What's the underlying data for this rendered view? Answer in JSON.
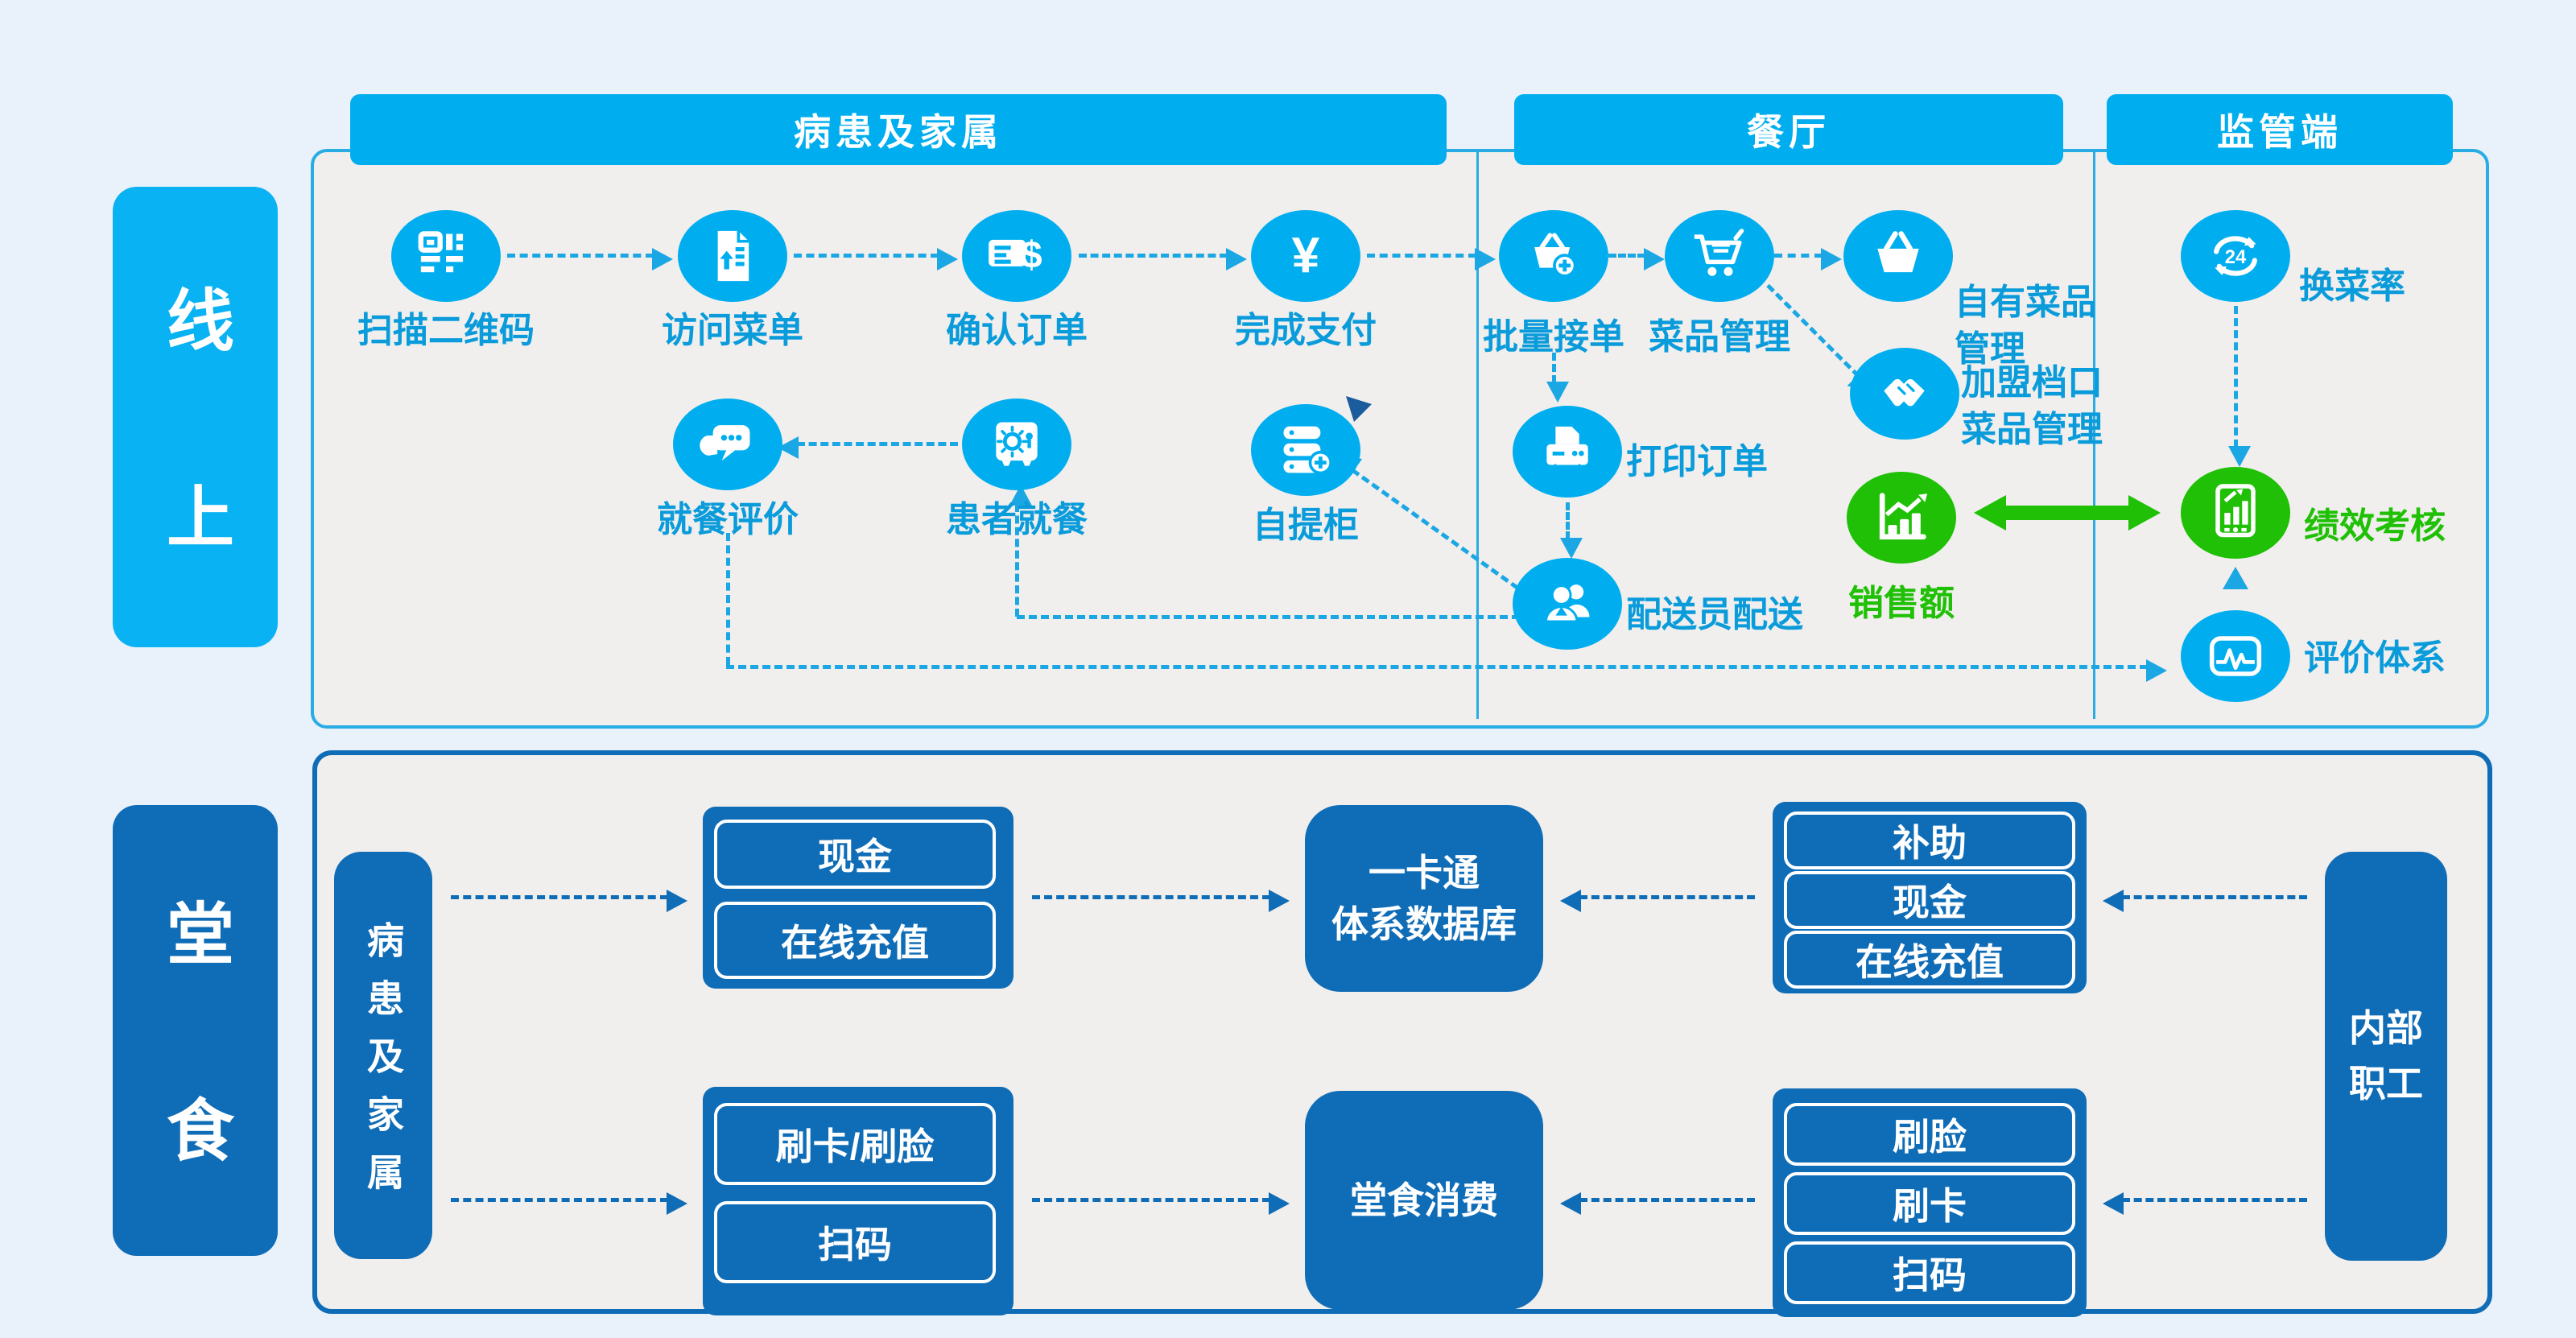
{
  "colors": {
    "page_bg": "#E9F1FA",
    "panel_bg": "#F0EFED",
    "cyan": "#00AEEF",
    "cyan_text": "#0A9BDB",
    "dark_blue": "#0F6CB6",
    "green": "#1FC005",
    "navy": "#1B5C9C"
  },
  "online": {
    "side_label": "线上",
    "columns": {
      "patients": "病患及家属",
      "restaurant": "餐厅",
      "regulator": "监管端"
    },
    "steps": {
      "scan_qr": "扫描二维码",
      "visit_menu": "访问菜单",
      "confirm_order": "确认订单",
      "complete_payment": "完成支付",
      "batch_accept": "批量接单",
      "dish_mgmt": "菜品管理",
      "own_dish_line1": "自有菜品",
      "own_dish_line2": "管理",
      "franchise_line1": "加盟档口",
      "franchise_line2": "菜品管理",
      "dish_change_rate": "换菜率",
      "print_order": "打印订单",
      "courier_delivery": "配送员配送",
      "dining_review": "就餐评价",
      "patient_dining": "患者就餐",
      "pickup_locker": "自提柜",
      "sales_amount": "销售额",
      "performance_review": "绩效考核",
      "evaluation_system": "评价体系"
    }
  },
  "dine_in": {
    "side_label": "堂食",
    "patient_group": "病患及家属",
    "staff_group_line1": "内部",
    "staff_group_line2": "职工",
    "card_db_line1": "一卡通",
    "card_db_line2": "体系数据库",
    "dine_consume": "堂食消费",
    "patient_topup": [
      "现金",
      "在线充值"
    ],
    "staff_topup": [
      "补助",
      "现金",
      "在线充值"
    ],
    "patient_pay": [
      "刷卡/刷脸",
      "扫码"
    ],
    "staff_pay": [
      "刷脸",
      "刷卡",
      "扫码"
    ]
  }
}
